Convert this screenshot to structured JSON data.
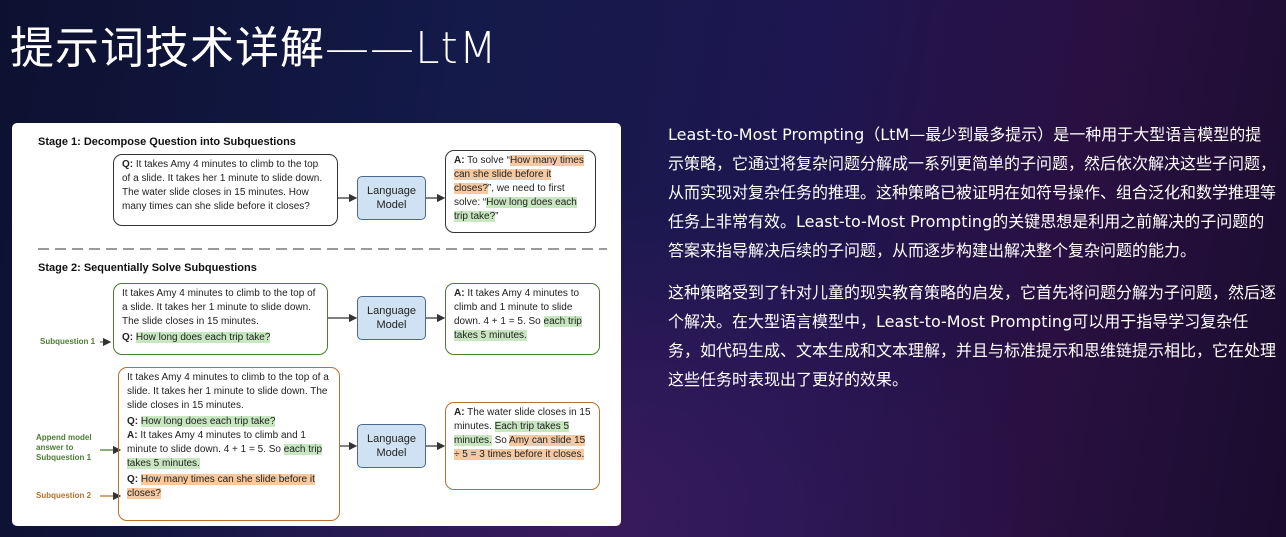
{
  "title": "提示词技术详解——LtM",
  "diagram": {
    "stage1_label": "Stage 1: Decompose Question into Subquestions",
    "stage2_label": "Stage 2: Sequentially Solve Subquestions",
    "lm_label": "Language Model",
    "s1_question_q": "Q:",
    "s1_question_text": " It takes Amy 4 minutes to climb to the top of a slide. It takes her 1 minute to slide down. The water slide closes in 15 minutes. How many times can she slide before it closes?",
    "s1_answer_a": "A:",
    "s1_answer_pre": " To solve “",
    "s1_answer_h1": "How many times can she slide before it closes?",
    "s1_answer_mid": "”, we need to first solve: “",
    "s1_answer_h2": "How long does each trip take?",
    "s1_answer_post": "”",
    "context": "It takes Amy 4 minutes to climb to the top of a slide. It takes her 1 minute to slide down. The slide closes in 15 minutes.",
    "q_label": "Q:",
    "a_label": "A:",
    "subq1": "How long does each trip take?",
    "sub1_answer_pre": " It takes Amy 4 minutes to climb and 1 minute to slide down. 4 + 1 = 5. So ",
    "sub1_answer_h": "each trip takes 5 minutes.",
    "subq2": "How many times can she slide before it closes?",
    "final_pre": " The water slide closes in 15 minutes. ",
    "final_h1": "Each trip takes 5 minutes.",
    "final_mid": " So ",
    "final_h2": "Amy can slide 15 ÷ 5 = 3 times before it closes.",
    "side_subq1": "Subquestion 1",
    "side_append": "Append model answer to Subquestion 1",
    "side_subq2": "Subquestion 2",
    "colors": {
      "green": "#4b7d32",
      "orange": "#b5722f",
      "lm_fill": "#cfe2f3",
      "green_hl": "#c8e6c0",
      "orange_hl": "#f6c9a0"
    }
  },
  "paragraphs": [
    "Least-to-Most Prompting（LtM—最少到最多提示）是一种用于大型语言模型的提示策略，它通过将复杂问题分解成一系列更简单的子问题，然后依次解决这些子问题，从而实现对复杂任务的推理。这种策略已被证明在如符号操作、组合泛化和数学推理等任务上非常有效。Least-to-Most Prompting的关键思想是利用之前解决的子问题的答案来指导解决后续的子问题，从而逐步构建出解决整个复杂问题的能力。",
    "这种策略受到了针对儿童的现实教育策略的启发，它首先将问题分解为子问题，然后逐个解决。在大型语言模型中，Least-to-Most Prompting可以用于指导学习复杂任务，如代码生成、文本生成和文本理解，并且与标准提示和思维链提示相比，它在处理这些任务时表现出了更好的效果。"
  ]
}
